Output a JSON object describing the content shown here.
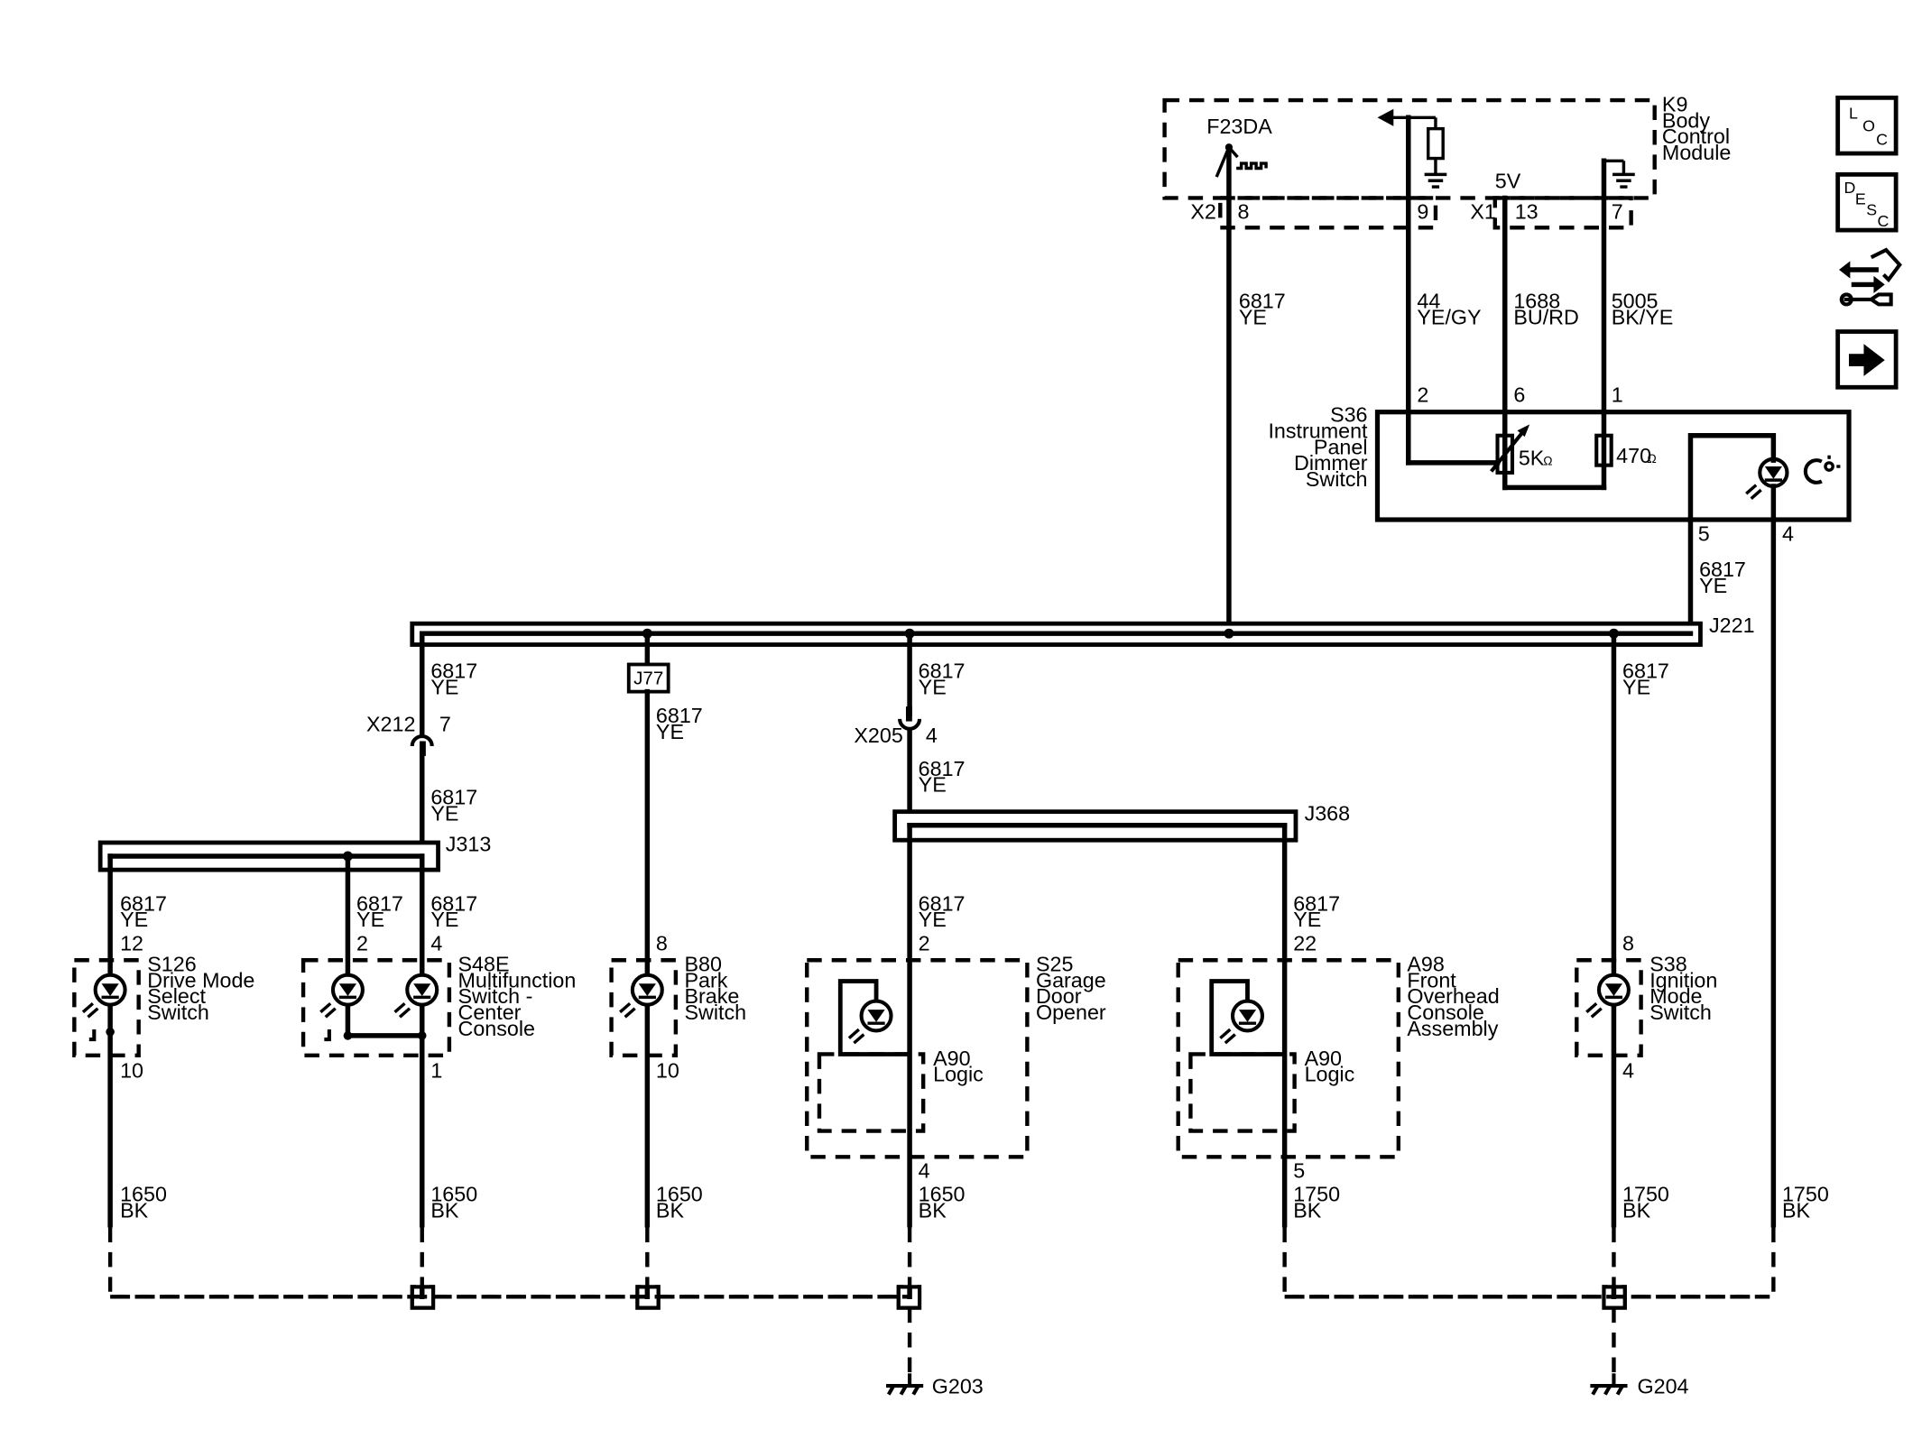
{
  "modules": {
    "k9": {
      "ref": "K9",
      "lines": [
        "Body",
        "Control",
        "Module"
      ],
      "fuse": "F23DA",
      "conn_a": "X2",
      "conn_b": "X1",
      "pin_a8": "8",
      "pin_a9": "9",
      "pin_b13": "13",
      "pin_b7": "7",
      "supply": "5V"
    },
    "s36": {
      "ref": "S36",
      "lines": [
        "Instrument",
        "Panel",
        "Dimmer",
        "Switch"
      ],
      "pin_2": "2",
      "pin_6": "6",
      "pin_1": "1",
      "pin_5": "5",
      "pin_4": "4",
      "pot": "5K",
      "res": "470",
      "ohm": "Ω"
    },
    "s126": {
      "ref": "S126",
      "lines": [
        "Drive Mode",
        "Select",
        "Switch"
      ],
      "pin_in": "12",
      "pin_out": "10"
    },
    "s48e": {
      "ref": "S48E",
      "lines": [
        "Multifunction",
        "Switch -",
        "Center",
        "Console"
      ],
      "pin_a": "2",
      "pin_b": "4",
      "pin_out": "1"
    },
    "b80": {
      "ref": "B80",
      "lines": [
        "Park",
        "Brake",
        "Switch"
      ],
      "pin_in": "8",
      "pin_out": "10"
    },
    "s25": {
      "ref": "S25",
      "lines": [
        "Garage",
        "Door",
        "Opener"
      ],
      "pin_in": "2",
      "pin_out": "4",
      "sub_ref": "A90",
      "sub_name": "Logic"
    },
    "a98": {
      "ref": "A98",
      "lines": [
        "Front",
        "Overhead",
        "Console",
        "Assembly"
      ],
      "pin_in": "22",
      "pin_out": "5",
      "sub_ref": "A90",
      "sub_name": "Logic"
    },
    "s38": {
      "ref": "S38",
      "lines": [
        "Ignition",
        "Mode",
        "Switch"
      ],
      "pin_in": "8",
      "pin_out": "4"
    }
  },
  "wires": {
    "w6817": [
      "6817",
      "YE"
    ],
    "w44": [
      "44",
      "YE/GY"
    ],
    "w1688": [
      "1688",
      "BU/RD"
    ],
    "w5005": [
      "5005",
      "BK/YE"
    ],
    "w1650": [
      "1650",
      "BK"
    ],
    "w1750": [
      "1750",
      "BK"
    ]
  },
  "splices": {
    "j221": "J221",
    "j313": "J313",
    "j368": "J368",
    "j77": "J77"
  },
  "connectors": {
    "x212": {
      "ref": "X212",
      "pin": "7"
    },
    "x205": {
      "ref": "X205",
      "pin": "4"
    }
  },
  "grounds": {
    "g203": "G203",
    "g204": "G204"
  },
  "nav": {
    "loc": [
      "L",
      "O",
      "C"
    ],
    "desc": [
      "D",
      "E",
      "S",
      "C"
    ],
    "icons": [
      "connector-repair-icon",
      "next-arrow-icon"
    ]
  }
}
